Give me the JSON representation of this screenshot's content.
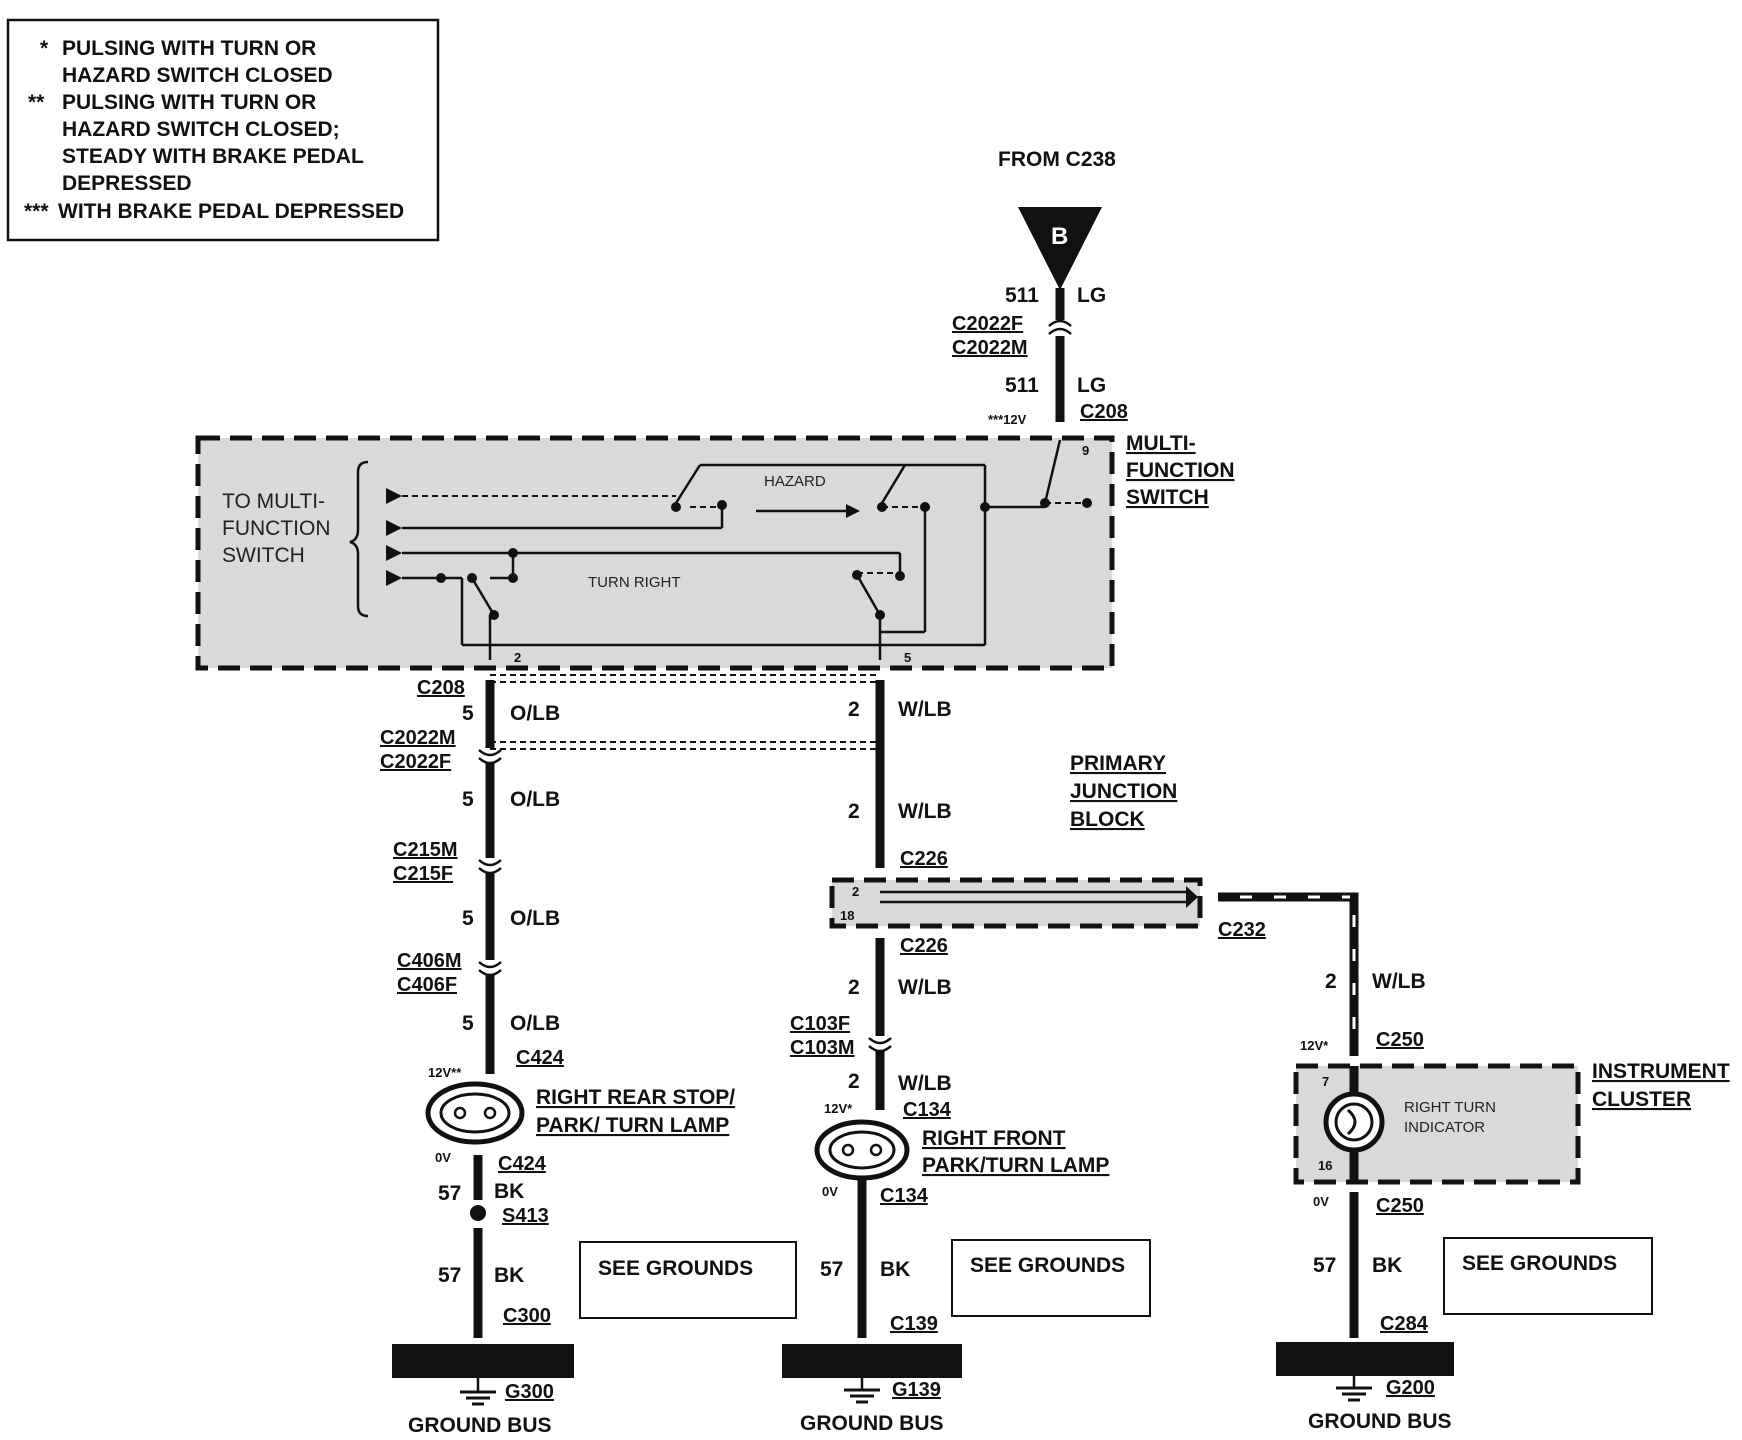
{
  "legend": {
    "lines": [
      {
        "mark": "*",
        "text": "PULSING WITH TURN OR"
      },
      {
        "mark": "",
        "text": "HAZARD SWITCH CLOSED"
      },
      {
        "mark": "**",
        "text": "PULSING WITH TURN OR"
      },
      {
        "mark": "",
        "text": "HAZARD SWITCH CLOSED;"
      },
      {
        "mark": "",
        "text": "STEADY WITH BRAKE PEDAL"
      },
      {
        "mark": "",
        "text": "DEPRESSED"
      },
      {
        "mark": "***",
        "text": "WITH BRAKE PEDAL DEPRESSED"
      }
    ]
  },
  "source": {
    "from_label": "FROM C238",
    "connector_letter": "B"
  },
  "feed": {
    "circuit_top": "511",
    "color_top": "LG",
    "conn_f": "C2022F",
    "conn_m": "C2022M",
    "circuit_bottom": "511",
    "color_bottom": "LG",
    "voltage": "***12V",
    "conn_c208": "C208"
  },
  "mfs": {
    "title_lines": [
      "MULTI-",
      "FUNCTION",
      "SWITCH"
    ],
    "inner_label_lines": [
      "TO MULTI-",
      "FUNCTION",
      "SWITCH"
    ],
    "hazard_label": "HAZARD",
    "turn_right_label": "TURN RIGHT",
    "pin_top": "9",
    "pin_left": "2",
    "pin_right": "5"
  },
  "left_branch": {
    "conn_c208": "C208",
    "circuit": "5",
    "color": "O/LB",
    "conn_c2022m": "C2022M",
    "conn_c2022f": "C2022F",
    "conn_c215m": "C215M",
    "conn_c215f": "C215F",
    "conn_c406m": "C406M",
    "conn_c406f": "C406F",
    "conn_c424": "C424",
    "voltage_top": "12V**",
    "lamp_lines": [
      "RIGHT REAR STOP/",
      "PARK/ TURN LAMP"
    ],
    "voltage_bottom": "0V",
    "ground_circuit": "57",
    "ground_color": "BK",
    "splice": "S413",
    "conn_c300": "C300",
    "see_grounds": "SEE GROUNDS",
    "ground_id": "G300",
    "ground_bus": "GROUND BUS"
  },
  "middle_branch": {
    "circuit": "2",
    "color": "W/LB",
    "junction_lines": [
      "PRIMARY",
      "JUNCTION",
      "BLOCK"
    ],
    "conn_c226": "C226",
    "pin_top": "2",
    "pin_bottom": "18",
    "conn_c232": "C232",
    "conn_c103f": "C103F",
    "conn_c103m": "C103M",
    "voltage_top": "12V*",
    "conn_c134": "C134",
    "lamp_lines": [
      "RIGHT FRONT",
      "PARK/TURN LAMP"
    ],
    "voltage_bottom": "0V",
    "ground_circuit": "57",
    "ground_color": "BK",
    "conn_c139": "C139",
    "see_grounds": "SEE GROUNDS",
    "ground_id": "G139",
    "ground_bus": "GROUND BUS"
  },
  "right_branch": {
    "circuit": "2",
    "color": "W/LB",
    "voltage_top": "12V*",
    "conn_c250": "C250",
    "cluster_lines": [
      "INSTRUMENT",
      "CLUSTER"
    ],
    "indicator_lines": [
      "RIGHT TURN",
      "INDICATOR"
    ],
    "pin_top": "7",
    "pin_bottom": "16",
    "voltage_bottom": "0V",
    "ground_circuit": "57",
    "ground_color": "BK",
    "conn_c284": "C284",
    "see_grounds": "SEE GROUNDS",
    "ground_id": "G200",
    "ground_bus": "GROUND BUS"
  }
}
